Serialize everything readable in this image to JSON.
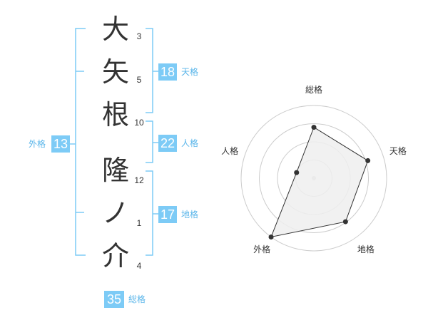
{
  "name": {
    "characters": [
      {
        "char": "大",
        "strokes": "3"
      },
      {
        "char": "矢",
        "strokes": "5"
      },
      {
        "char": "根",
        "strokes": "10"
      },
      {
        "char": "隆",
        "strokes": "12"
      },
      {
        "char": "ノ",
        "strokes": "1"
      },
      {
        "char": "介",
        "strokes": "4"
      }
    ]
  },
  "fortune": {
    "tenkaku": {
      "label": "天格",
      "value": "18"
    },
    "jinkaku": {
      "label": "人格",
      "value": "22"
    },
    "chikaku": {
      "label": "地格",
      "value": "17"
    },
    "gaikaku": {
      "label": "外格",
      "value": "13"
    },
    "soukaku": {
      "label": "総格",
      "value": "35"
    }
  },
  "colors": {
    "accent": "#7dcbf6",
    "accent_text": "#5bb6ea",
    "text": "#333333",
    "grid": "#cccccc",
    "fill": "#eeeeee"
  },
  "chart_data": {
    "type": "radar",
    "axes": [
      "総格",
      "天格",
      "地格",
      "外格",
      "人格"
    ],
    "rings": 4,
    "values": [
      0.7,
      0.78,
      0.74,
      1.0,
      0.25
    ]
  }
}
